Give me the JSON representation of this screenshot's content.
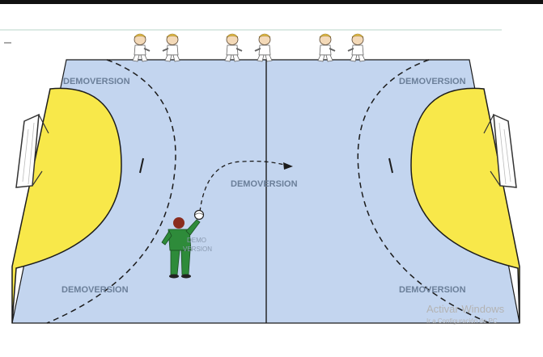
{
  "colors": {
    "court": "#c3d5ef",
    "goal_area": "#f8e84a",
    "lines": "#1c1c1c",
    "background": "#ffffff",
    "player_uniform": "#2e8b3a",
    "watermark": "#6b7f99"
  },
  "watermarks": {
    "top_left": "DEMOVERSION",
    "top_right": "DEMOVERSION",
    "center": "DEMOVERSION",
    "bottom_left": "DEMOVERSION",
    "bottom_right": "DEMOVERSION",
    "on_player_line1": "DEMO",
    "on_player_line2": "VERSION"
  },
  "os_overlay": {
    "activate_title": "Activar Windows",
    "activate_subtitle": "Ir a Configuración de PC"
  },
  "scene": {
    "spectator_pairs": 3,
    "icons": [
      "handball-court",
      "goal-net-left",
      "goal-net-right",
      "handball-player",
      "handball-ball",
      "pass-arrow",
      "spectator-handshake"
    ]
  }
}
